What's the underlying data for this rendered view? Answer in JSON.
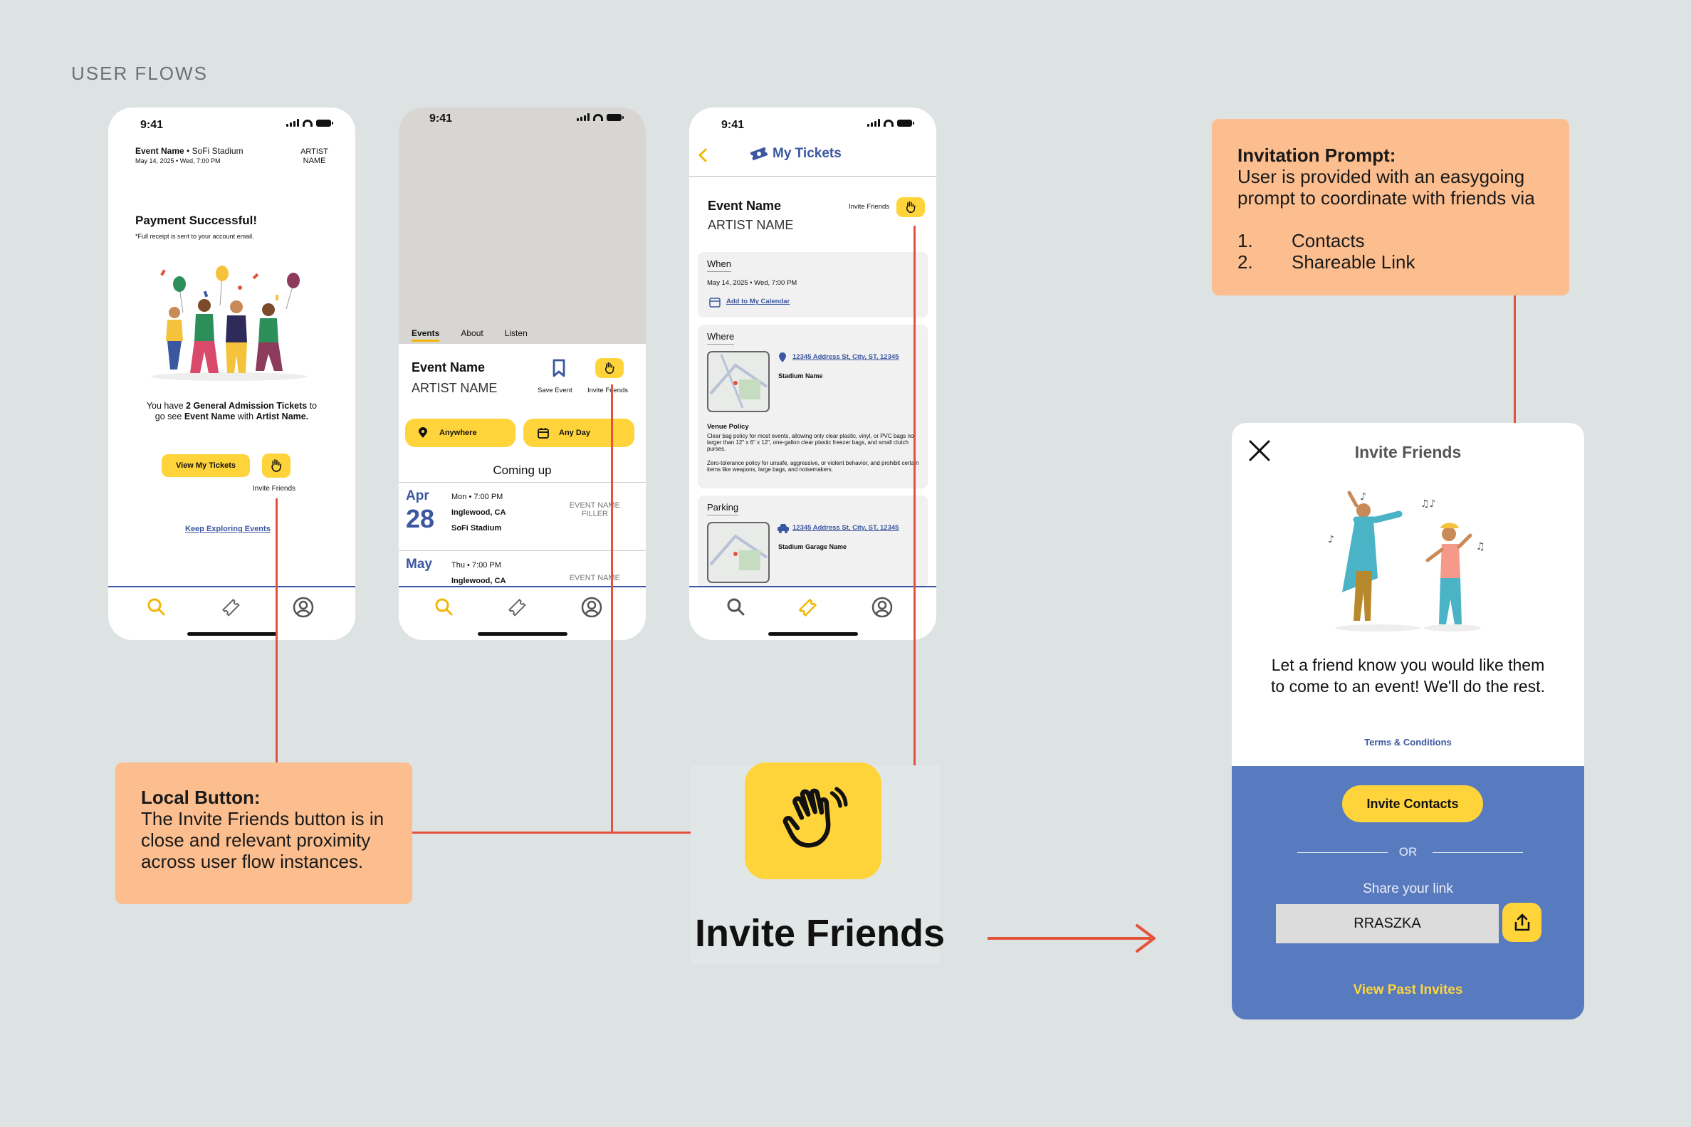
{
  "page": {
    "section_title": "USER FLOWS"
  },
  "phone1": {
    "time": "9:41",
    "event_name": "Event Name",
    "venue_sep": " • SoFi Stadium",
    "date": "May 14, 2025 • Wed, 7:00 PM",
    "artist_line1": "ARTIST",
    "artist_line2": "NAME",
    "success_title": "Payment Successful!",
    "receipt_note": "*Full receipt is sent to your account email.",
    "summary_a": "You have ",
    "summary_b": "2 General Admission Tickets",
    "summary_c": " to",
    "summary_d": "go see ",
    "summary_e": "Event Name",
    "summary_f": " with ",
    "summary_g": "Artist Name.",
    "view_tickets": "View My Tickets",
    "invite_label": "Invite Friends",
    "keep_exploring": "Keep Exploring Events"
  },
  "phone2": {
    "time": "9:41",
    "tabs": [
      "Events",
      "About",
      "Listen"
    ],
    "event_name": "Event Name",
    "artist": "ARTIST NAME",
    "save_label": "Save Event",
    "invite_label": "Invite Friends",
    "filter_location": "Anywhere",
    "filter_date": "Any Day",
    "coming_up": "Coming up",
    "events": [
      {
        "month": "Apr",
        "day": "28",
        "time": "Mon • 7:00 PM",
        "city": "Inglewood, CA",
        "venue": "SoFi Stadium",
        "name1": "EVENT NAME",
        "name2": "FILLER"
      },
      {
        "month": "May",
        "day": "",
        "time": "Thu • 7:00 PM",
        "city": "Inglewood, CA",
        "venue": "",
        "name1": "EVENT NAME",
        "name2": ""
      }
    ]
  },
  "phone3": {
    "time": "9:41",
    "header_title": "My Tickets",
    "event_name": "Event Name",
    "artist": "ARTIST NAME",
    "invite_label": "Invite Friends",
    "when_label": "When",
    "when_date": "May 14, 2025 • Wed, 7:00 PM",
    "add_calendar": "Add to My Calendar",
    "where_label": "Where",
    "address": "12345 Address St, City, ST, 12345",
    "stadium": "Stadium Name",
    "venue_policy_title": "Venue Policy",
    "venue_policy_1": "Clear bag policy for most events, allowing only clear plastic, vinyl, or PVC bags no larger than 12\" x 6\" x 12\", one-gallon clear plastic freezer bags, and small clutch purses.",
    "venue_policy_2": "Zero-tolerance policy for unsafe, aggressive, or violent behavior, and prohibit certain items like weapons, large bags, and noisemakers.",
    "parking_label": "Parking",
    "parking_address": "12345 Address St, City, ST, 12345",
    "garage": "Stadium Garage Name"
  },
  "note_local": {
    "title": "Local Button:",
    "body": "The Invite Friends button is in close and relevant proximity across user flow instances."
  },
  "note_prompt": {
    "title": "Invitation Prompt:",
    "body": "User is provided with an easygoing prompt to coordinate with friends via",
    "list": [
      {
        "n": "1.",
        "t": "Contacts"
      },
      {
        "n": "2.",
        "t": "Shareable Link"
      }
    ]
  },
  "center": {
    "title": "Invite Friends"
  },
  "modal": {
    "title": "Invite Friends",
    "message": "Let a friend know you would like them to come to an event! We'll do the rest.",
    "terms": "Terms & Conditions",
    "invite_contacts": "Invite Contacts",
    "or": "OR",
    "share_label": "Share your link",
    "link_code": "RRASZKA",
    "past_invites": "View Past Invites"
  },
  "colors": {
    "background": "#dde2e2",
    "yellow": "#ffd43b",
    "blue": "#3b57a0",
    "modal_blue": "#587bbf",
    "note": "#fcbe8e",
    "line": "#e4523b"
  }
}
